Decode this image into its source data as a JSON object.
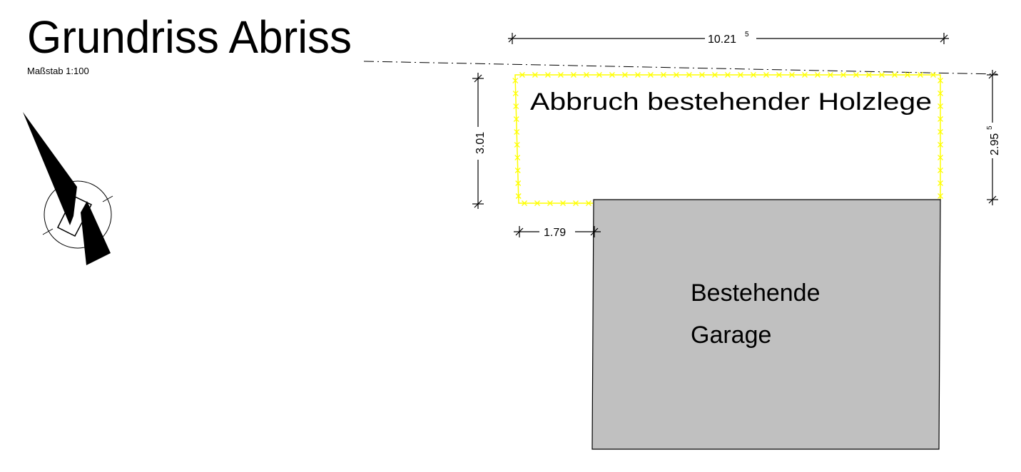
{
  "title": "Grundriss Abriss",
  "scale": "Maßstab 1:100",
  "demolition": {
    "label": "Abbruch bestehender Holzlege",
    "boundary_color": "#ffff00"
  },
  "garage": {
    "line1": "Bestehende",
    "line2": "Garage",
    "fill_color": "#c0c0c0"
  },
  "dimensions": {
    "width_top": {
      "main": "10.21",
      "sup": "5"
    },
    "height_left": {
      "main": "3.01",
      "sup": ""
    },
    "height_right": {
      "main": "2.95",
      "sup": "5"
    },
    "offset_bottom": {
      "main": "1.79",
      "sup": ""
    }
  },
  "north_arrow_icon": "north-arrow-icon"
}
